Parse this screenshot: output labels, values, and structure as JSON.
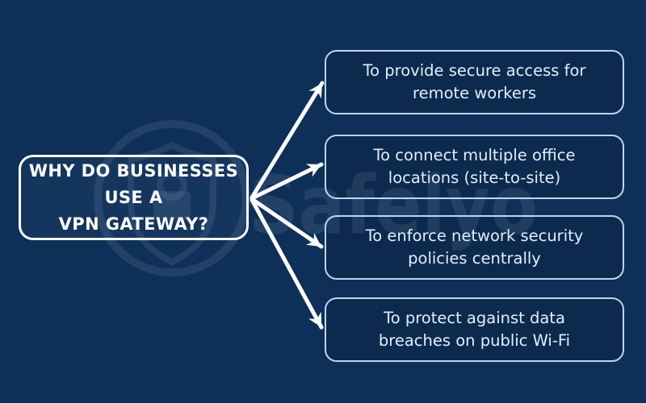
{
  "colors": {
    "background": "#0e2f57",
    "title_fill": "#14355e",
    "title_border": "#ffffff",
    "title_text": "#ffffff",
    "reason_fill": "#0c2a4e",
    "reason_border": "#bcd6f0",
    "reason_text": "#e4eefa",
    "arrow": "#ffffff",
    "watermark_tint": "#cfe2f6"
  },
  "question": {
    "lines": [
      "WHY DO BUSINESSES",
      "USE A",
      "VPN GATEWAY?"
    ]
  },
  "reasons": [
    {
      "line1": "To provide secure access for",
      "line2": "remote workers"
    },
    {
      "line1": "To connect multiple office",
      "line2": "locations (site-to-site)"
    },
    {
      "line1": "To enforce network security",
      "line2": "policies centrally"
    },
    {
      "line1": "To protect against data",
      "line2": "breaches on public Wi-Fi"
    }
  ],
  "watermark": {
    "brand": "Safelyo",
    "icon": "shield-lock-icon"
  }
}
